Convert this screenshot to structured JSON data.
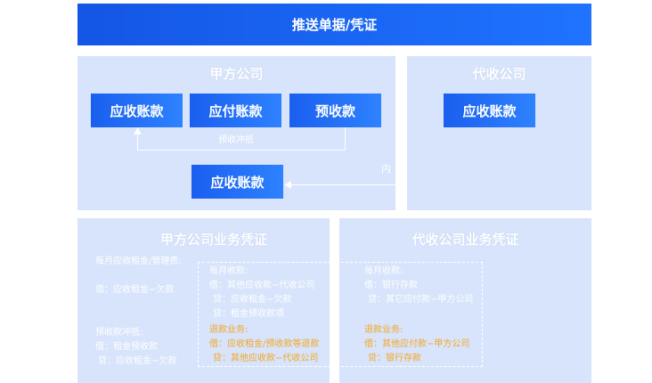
{
  "header": {
    "title": "推送单据/凭证"
  },
  "party_a": {
    "title": "甲方公司",
    "box_receivable": "应收账款",
    "box_payable": "应付账款",
    "box_prepaid": "预收款",
    "offset_label": "预收冲抵",
    "box_receivable_bottom": "应收账款"
  },
  "agent": {
    "title": "代收公司",
    "box_receivable": "应收账款",
    "link_label": "内"
  },
  "party_a_voucher": {
    "title": "甲方公司业务凭证",
    "monthly": {
      "heading": "每月应收租金/管理费:",
      "line1": "借：应收租金−欠款"
    },
    "prepaid_offset": {
      "heading": "预收款冲抵:",
      "line1": "借：租金预收款",
      "line2": "贷：应收租金−欠款"
    },
    "monthly_receipt": {
      "heading": "每月收款:",
      "line1": "借：其他应收款−代收公司",
      "line2": "贷：应收租金−欠款",
      "line3": "贷：租金预收款项"
    },
    "refund": {
      "heading": "退款业务:",
      "line1": "借：应收租金/预收款等退款",
      "line2": "贷：其他应收款−代收公司"
    }
  },
  "agent_voucher": {
    "title": "代收公司业务凭证",
    "monthly_receipt": {
      "heading": "每月收款:",
      "line1": "借：银行存款",
      "line2": "贷：其它应付款−甲方公司"
    },
    "refund": {
      "heading": "退款业务:",
      "line1": "借：其他应付款−甲方公司",
      "line2": "贷：银行存款"
    }
  },
  "colors": {
    "accent_blue": "#1f73ff",
    "panel_bg": "#d7e4fb",
    "highlight_orange": "#f5a623"
  },
  "icons": [
    "arrow-up-icon",
    "arrow-left-icon"
  ]
}
